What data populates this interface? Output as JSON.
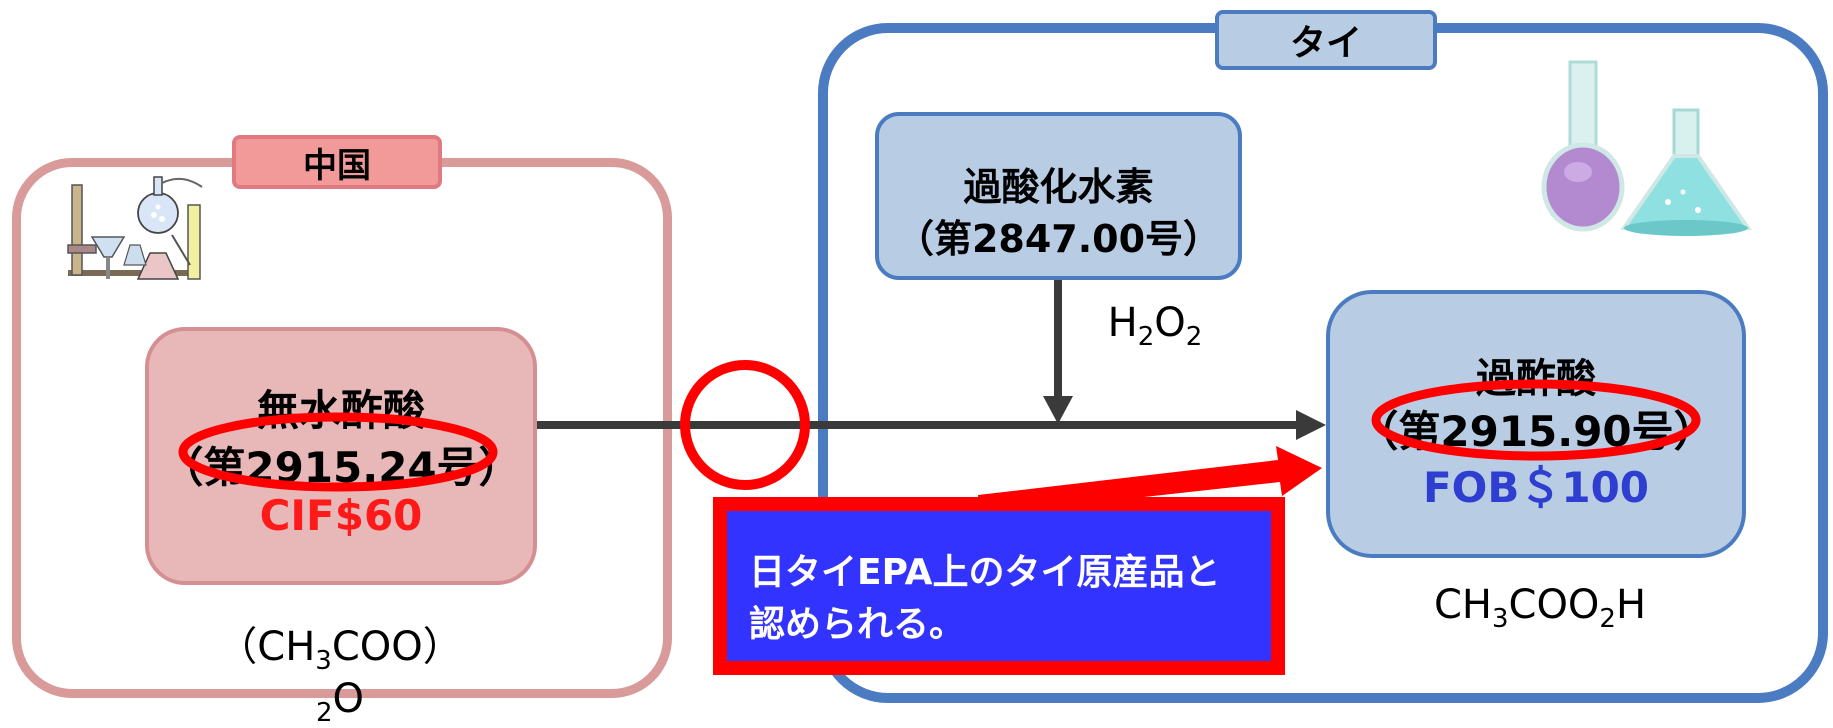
{
  "china": {
    "region_label": "中国",
    "product_name": "無水酢酸",
    "hs_code": "（第2915.24号）",
    "price": "CIF$60",
    "formula": {
      "p1": "（CH",
      "s1": "3",
      "p2": "COO）",
      "s2": "2",
      "p3": "O"
    }
  },
  "thai": {
    "region_label": "タイ",
    "input_name": "過酸化水素",
    "input_hs_code": "（第2847.00号）",
    "input_formula": {
      "p1": "H",
      "s1": "2",
      "p2": "O",
      "s2": "2"
    },
    "product_name": "過酢酸",
    "product_hs_code": "（第2915.90号）",
    "product_price": "FOB＄100",
    "product_formula": {
      "p1": "CH",
      "s1": "3",
      "p2": "COO",
      "s2": "2",
      "p3": "H"
    }
  },
  "callout": {
    "line1": "日タイEPA上のタイ原産品と",
    "line2": "認められる。"
  },
  "colors": {
    "china_border": "#d99a9a",
    "china_box": "#e8b7b8",
    "thai_border": "#4b7cc2",
    "thai_box": "#b8cce4",
    "highlight": "#ff0000",
    "callout_fill": "#3333ff",
    "fob_text": "#2d3ed0"
  },
  "icons": [
    "lab-apparatus-icon",
    "flasks-icon"
  ]
}
